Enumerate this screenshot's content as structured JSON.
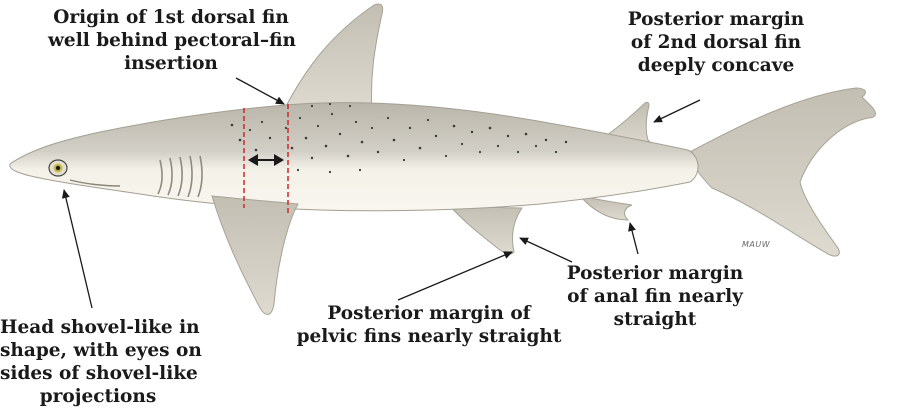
{
  "annotations": [
    {
      "id": "first-dorsal",
      "lines": [
        "Origin of 1st dorsal fin",
        "well behind pectoral–fin",
        "insertion"
      ]
    },
    {
      "id": "second-dorsal",
      "lines": [
        "Posterior margin",
        "of 2nd dorsal fin",
        "deeply concave"
      ]
    },
    {
      "id": "anal",
      "lines": [
        "Posterior margin",
        "of anal fin nearly",
        "straight"
      ]
    },
    {
      "id": "pelvic",
      "lines": [
        "Posterior margin of",
        "pelvic fins nearly straight"
      ]
    },
    {
      "id": "head",
      "lines": [
        "Head shovel-like in",
        "shape, with eyes on",
        "sides of shovel-like",
        "projections"
      ]
    }
  ],
  "artist_signature": "MAUW",
  "colors": {
    "body": "#c9c6bc",
    "belly": "#f6f3ea",
    "fin": "#c4c0b4",
    "spots": "#3b3a36",
    "guide_lines": "#d1272b",
    "text": "#1a1a1a"
  }
}
